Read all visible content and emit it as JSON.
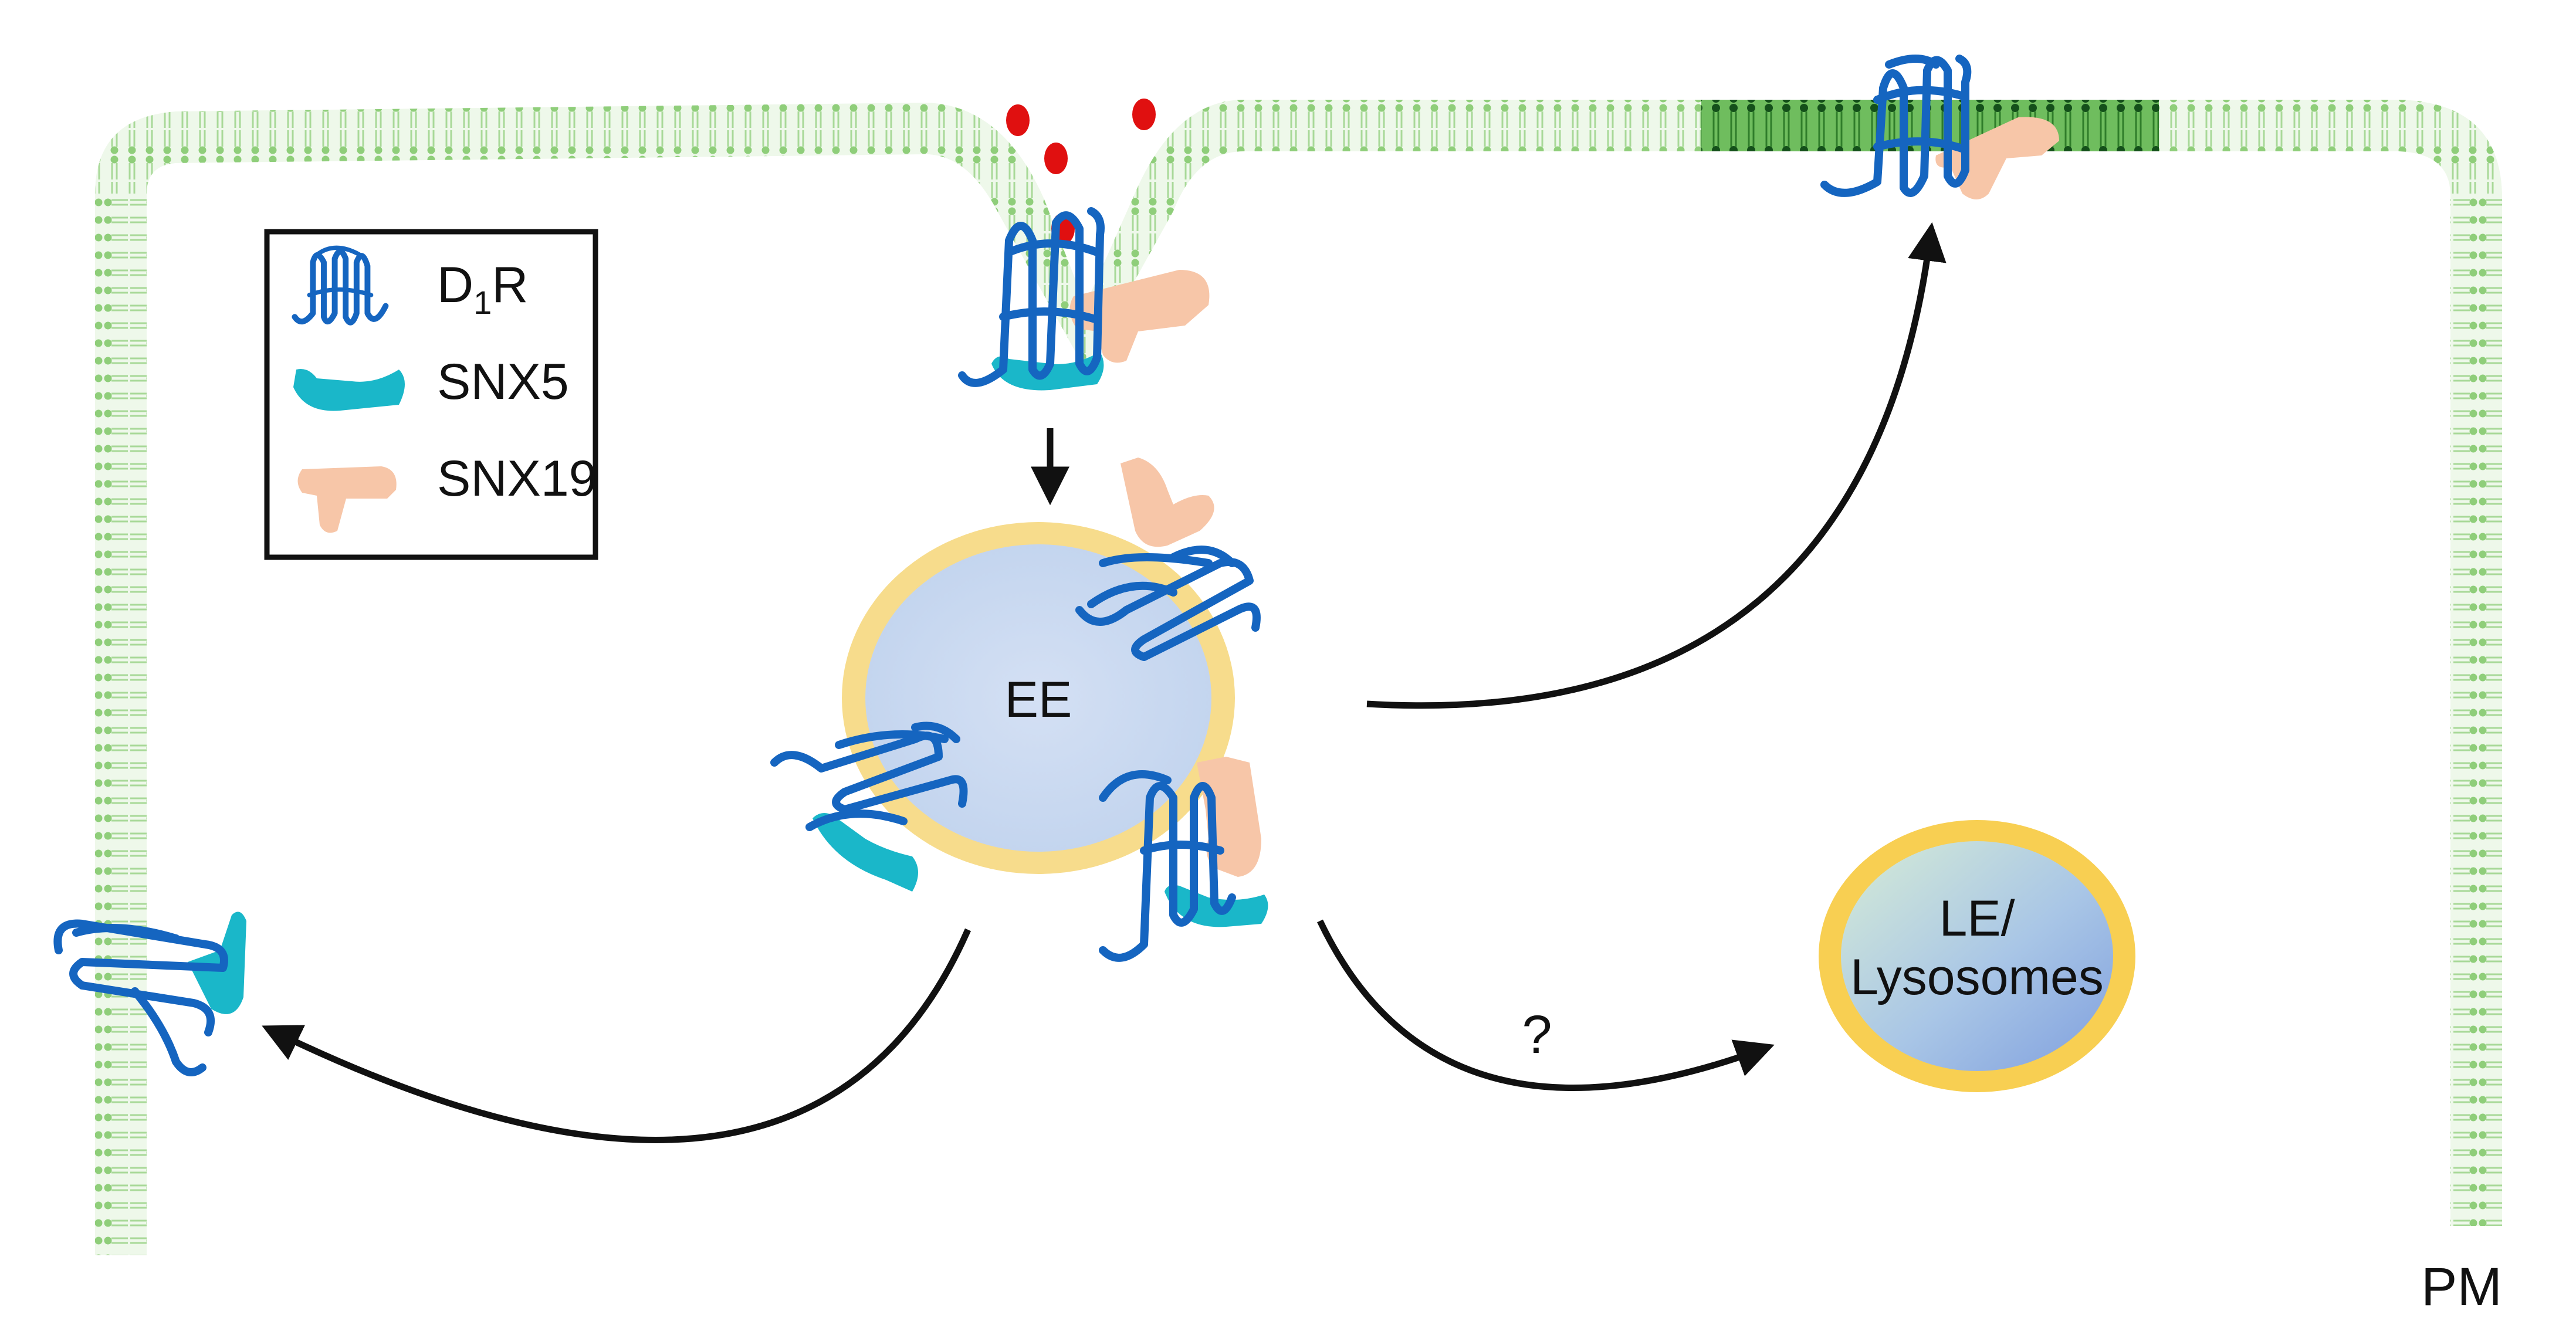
{
  "legend": {
    "items": [
      {
        "label": "D",
        "subscript": "1",
        "suffix": "R",
        "icon": "d1r-receptor-icon"
      },
      {
        "label": "SNX5",
        "icon": "snx5-icon"
      },
      {
        "label": "SNX19",
        "icon": "snx19-icon"
      }
    ]
  },
  "labels": {
    "early_endosome": "EE",
    "late_endosome_line1": "LE/",
    "late_endosome_line2": "Lysosomes",
    "plasma_membrane": "PM",
    "uncertain_path": "?"
  },
  "colors": {
    "membrane": "#8fce7a",
    "membrane_raft": "#2f7d2a",
    "d1r": "#1565c0",
    "snx5": "#1ab7c9",
    "snx19": "#f7c6a8",
    "ligand": "#e01010",
    "endosome_rim": "#f7dc8c",
    "endosome_fill": "#c8d8f0",
    "lysosome_rim": "#f8cf52"
  }
}
